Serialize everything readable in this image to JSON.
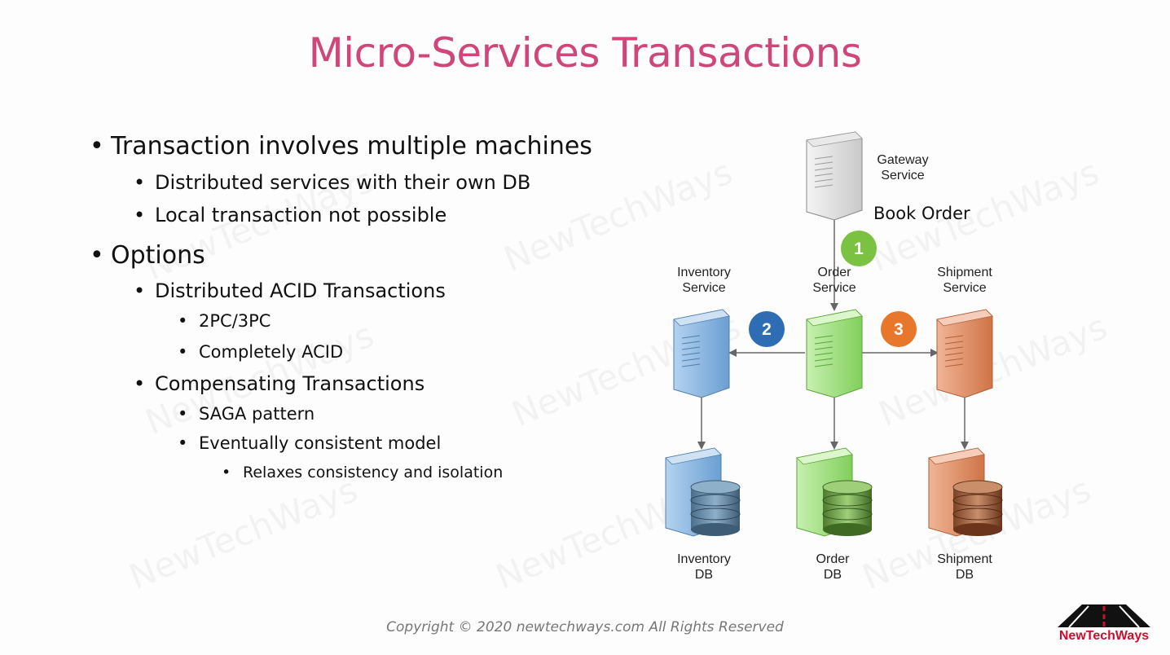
{
  "slide": {
    "title": "Micro-Services Transactions",
    "bullets": [
      {
        "text": "Transaction involves multiple machines"
      },
      {
        "text": "Distributed services with their own DB"
      },
      {
        "text": "Local transaction not possible"
      },
      {
        "text": "Options"
      },
      {
        "text": "Distributed ACID Transactions"
      },
      {
        "text": "2PC/3PC"
      },
      {
        "text": "Completely ACID"
      },
      {
        "text": "Compensating Transactions"
      },
      {
        "text": "SAGA pattern"
      },
      {
        "text": "Eventually consistent model"
      },
      {
        "text": "Relaxes consistency and isolation"
      }
    ],
    "bullet_char": "•",
    "watermark": "NewTechWays",
    "copyright": "Copyright © 2020 newtechways.com All Rights Reserved",
    "logo_text": "NewTechWays"
  },
  "diagram": {
    "gateway": {
      "line1": "Gateway",
      "line2": "Service"
    },
    "book_order": "Book Order",
    "services": [
      {
        "line1": "Inventory",
        "line2": "Service",
        "color": "#8fb8e0"
      },
      {
        "line1": "Order",
        "line2": "Service",
        "color": "#a6e08a"
      },
      {
        "line1": "Shipment",
        "line2": "Service",
        "color": "#e0906a"
      }
    ],
    "dbs": [
      {
        "line1": "Inventory",
        "line2": "DB"
      },
      {
        "line1": "Order",
        "line2": "DB"
      },
      {
        "line1": "Shipment",
        "line2": "DB"
      }
    ],
    "steps": [
      {
        "num": "1",
        "color": "#7cc242"
      },
      {
        "num": "2",
        "color": "#2e6db4"
      },
      {
        "num": "3",
        "color": "#e8762b"
      }
    ]
  }
}
